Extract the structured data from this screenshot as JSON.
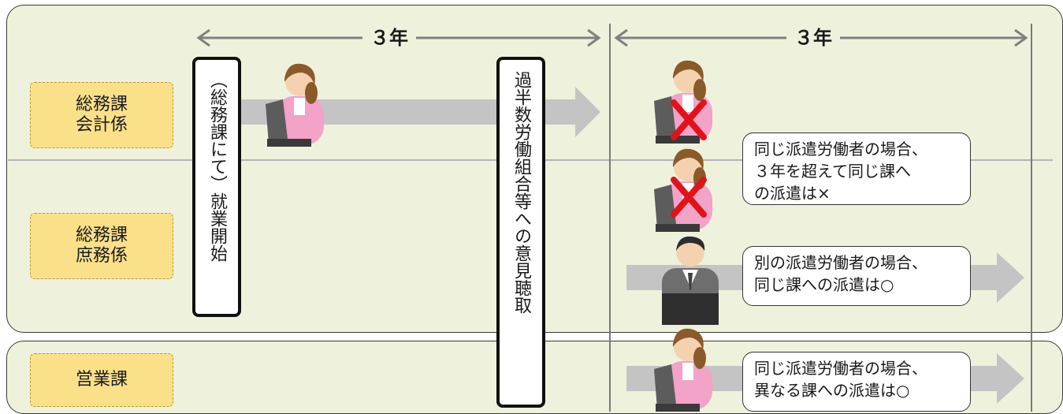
{
  "timeline": {
    "period1": "３年",
    "period2": "３年"
  },
  "departments": [
    {
      "label": "総務課\n会計係"
    },
    {
      "label": "総務課\n庶務係"
    },
    {
      "label": "営業課"
    }
  ],
  "milestones": {
    "start": "（総務課にて）就業開始",
    "hearing": "過半数労働組合等への意見聴取"
  },
  "callouts": [
    {
      "text": "同じ派遣労働者の場合、\n３年を超えて同じ課へ\nの派遣は×"
    },
    {
      "text": "別の派遣労働者の場合、\n同じ課への派遣は○"
    },
    {
      "text": "同じ派遣労働者の場合、\n異なる課への派遣は○"
    }
  ],
  "colors": {
    "panel": "#eef2dc",
    "dept_box": "#fbe08a",
    "flow_arrow": "#c4c4c4",
    "prohibited_mark": "#e0131b",
    "worker_shirt": "#f2a3c7"
  },
  "icons": [
    "female-worker-icon",
    "male-worker-icon",
    "prohibited-x-icon",
    "flow-arrow-icon"
  ]
}
